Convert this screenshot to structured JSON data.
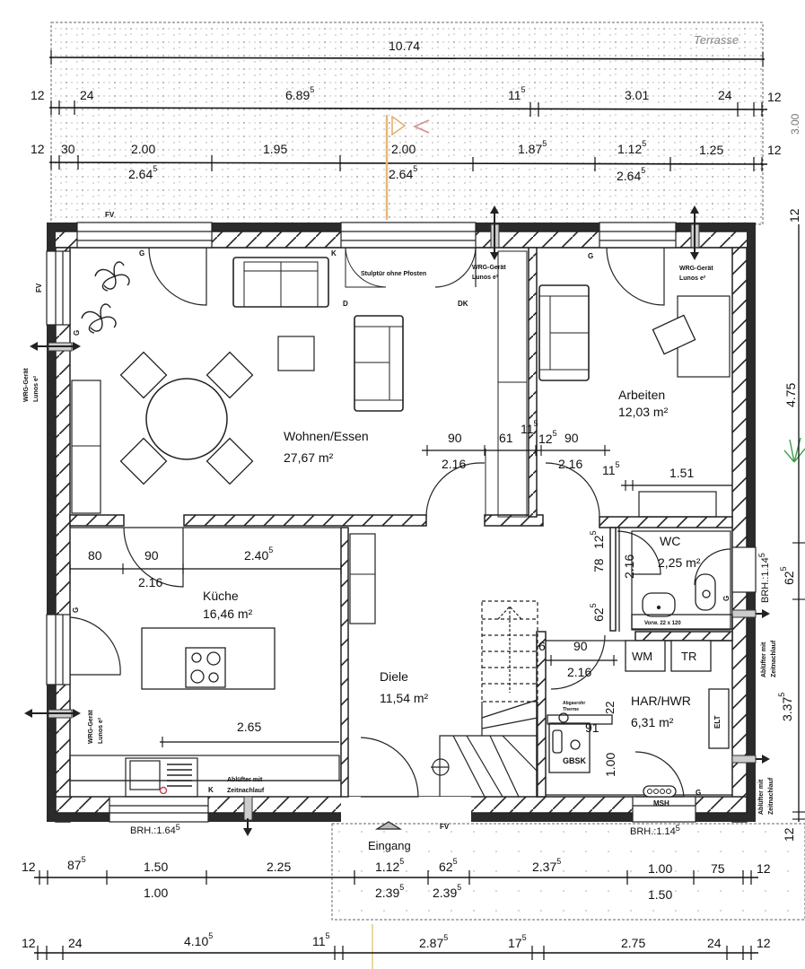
{
  "plan": {
    "type": "floor-plan",
    "terrace_label": "Terrasse",
    "entrance_label": "Eingang",
    "rooms": [
      {
        "id": "wohnen",
        "name": "Wohnen/Essen",
        "area": "27,67 m²"
      },
      {
        "id": "arbeiten",
        "name": "Arbeiten",
        "area": "12,03 m²"
      },
      {
        "id": "kueche",
        "name": "Küche",
        "area": "16,46 m²"
      },
      {
        "id": "diele",
        "name": "Diele",
        "area": "11,54 m²"
      },
      {
        "id": "wc",
        "name": "WC",
        "area": "2,25 m²"
      },
      {
        "id": "har",
        "name": "HAR/HWR",
        "area": "6,31 m²"
      }
    ],
    "annotations": {
      "fv": "FV",
      "g": "G",
      "k": "K",
      "d": "D",
      "dk": "DK",
      "stulptuer": "Stulptür ohne Pfosten",
      "wrg_line1": "WRG-Gerät",
      "wrg_line2": "Lunos e²",
      "ablufter_line1": "Ablüfter mit",
      "ablufter_line2": "Zeitnachlauf",
      "brh_kitchen": "BRH.:1.64",
      "brh_kitchen_sup": "5",
      "brh_har": "BRH.:1.14",
      "brh_har_sup": "5",
      "brh_wc": "BRH.:1.14",
      "brh_wc_sup": "5",
      "vorw": "Vorw. 22 x 120",
      "wm": "WM",
      "tr": "TR",
      "elt": "ELT",
      "gbsk": "GBSK",
      "msh": "MSH",
      "abgasrohr": "Abgasrohr",
      "therme": "Therme"
    },
    "dimensions_top": {
      "row1": {
        "total": "10.74"
      },
      "row2": [
        {
          "v": "12"
        },
        {
          "v": "24"
        },
        {
          "v": "6.89",
          "s": "5"
        },
        {
          "v": "11",
          "s": "5"
        },
        {
          "v": "3.01"
        },
        {
          "v": "24"
        },
        {
          "v": "12"
        }
      ],
      "row3": [
        {
          "v": "12"
        },
        {
          "v": "30"
        },
        {
          "v": "2.00"
        },
        {
          "v": "1.95"
        },
        {
          "v": "2.00"
        },
        {
          "v": "1.87",
          "s": "5"
        },
        {
          "v": "1.12",
          "s": "5"
        },
        {
          "v": "1.25"
        },
        {
          "v": "12"
        }
      ],
      "row3_below": [
        {
          "v": "2.64",
          "s": "5"
        },
        {
          "v": "2.64",
          "s": "5"
        },
        {
          "v": "2.64",
          "s": "5"
        }
      ]
    },
    "dimensions_bottom": {
      "row1": [
        {
          "v": "12"
        },
        {
          "v": "87",
          "s": "5"
        },
        {
          "v": "1.50"
        },
        {
          "v": "2.25"
        },
        {
          "v": "1.12",
          "s": "5"
        },
        {
          "v": "62",
          "s": "5"
        },
        {
          "v": "2.37",
          "s": "5"
        },
        {
          "v": "1.00"
        },
        {
          "v": "75"
        },
        {
          "v": "12"
        }
      ],
      "row1_below": [
        {
          "v": "1.00"
        },
        {
          "v": "2.39",
          "s": "5"
        },
        {
          "v": "2.39",
          "s": "5"
        },
        {
          "v": "1.50"
        }
      ],
      "row2": [
        {
          "v": "12"
        },
        {
          "v": "24"
        },
        {
          "v": "4.10",
          "s": "5"
        },
        {
          "v": "11",
          "s": "5"
        },
        {
          "v": "2.87",
          "s": "5"
        },
        {
          "v": "17",
          "s": "5"
        },
        {
          "v": "2.75"
        },
        {
          "v": "24"
        },
        {
          "v": "12"
        }
      ]
    },
    "dimensions_right": [
      {
        "v": "3.00"
      },
      {
        "v": "12"
      },
      {
        "v": "4.75"
      },
      {
        "v": "62",
        "s": "5"
      },
      {
        "v": "3.37",
        "s": "5"
      },
      {
        "v": "12"
      }
    ],
    "dimensions_interior": {
      "wohnen_90": "90",
      "wohnen_216": "2.16",
      "col_61": "61",
      "col_115": "11",
      "col_115_s": "5",
      "col_125": "12",
      "col_125_s": "5",
      "arb_90": "90",
      "arb_216": "2.16",
      "arb_115": "11",
      "arb_115_s": "5",
      "arb_151": "1.51",
      "kue_80": "80",
      "kue_90": "90",
      "kue_2405": "2.40",
      "kue_2405_s": "5",
      "kue_216": "2.16",
      "kue_265": "2.65",
      "wc_125": "12",
      "wc_125_s": "5",
      "wc_78": "78",
      "wc_216": "2.16",
      "wc_625": "62",
      "wc_625_s": "5",
      "har_6": "6",
      "har_90": "90",
      "har_216": "2.16",
      "har_22": "22",
      "har_91": "91",
      "har_100": "1.00"
    },
    "colors": {
      "wall_outer": "#2b2b2b",
      "hatch": "#222222",
      "grid_dot": "#9a9a9a",
      "marker_orange": "#e8b878",
      "marker_red": "#d08080",
      "plant_green": "#3aa04a",
      "burner_red": "#c04050"
    }
  }
}
